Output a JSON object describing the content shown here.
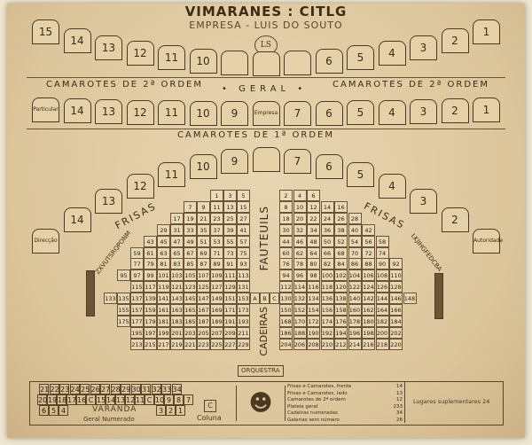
{
  "header": {
    "title": "VIMARANES : CITLG",
    "subtitle": "EMPRESA - LUIS DO SOUTO",
    "monogram": "LS"
  },
  "tier2": {
    "boxes": [
      "15",
      "14",
      "13",
      "12",
      "11",
      "10",
      "",
      "",
      "",
      "6",
      "5",
      "4",
      "3",
      "2",
      "1"
    ],
    "label_left": "CAMAROTES DE 2ª ORDEM",
    "label_right": "CAMAROTES DE 2ª ORDEM",
    "center_label": "• GERAL •"
  },
  "tier1": {
    "boxes": [
      "Particular",
      "14",
      "13",
      "12",
      "11",
      "10",
      "9",
      "Empresa",
      "7",
      "6",
      "5",
      "4",
      "3",
      "2",
      "1"
    ],
    "label": "CAMAROTES DE 1ª ORDEM"
  },
  "frisas": {
    "boxes": [
      "Direcção",
      "14",
      "13",
      "12",
      "11",
      "10",
      "9",
      "",
      "7",
      "6",
      "5",
      "4",
      "3",
      "2",
      "Autoridade"
    ],
    "label_left": "FRISAS",
    "label_right": "FRISAS",
    "arc_left": "ZXVUTSRQPONM",
    "arc_right": "LKJIHGFEDCBA"
  },
  "stalls": {
    "fauteuils_label": "FAUTEUILS",
    "cadeiras_label": "CADEIRAS",
    "orchestra_label": "ORQUESTRA",
    "middle_seats": [
      "A",
      "B",
      "C"
    ],
    "rows": [
      {
        "left": [
          1,
          5
        ],
        "right": [
          2,
          6
        ]
      },
      {
        "left": [
          7,
          15
        ],
        "right": [
          8,
          16
        ]
      },
      {
        "left": [
          17,
          27
        ],
        "right": [
          18,
          28
        ]
      },
      {
        "left": [
          29,
          41
        ],
        "right": [
          30,
          42
        ]
      },
      {
        "left": [
          43,
          57
        ],
        "right": [
          44,
          58
        ]
      },
      {
        "left": [
          59,
          75
        ],
        "right": [
          60,
          74
        ]
      },
      {
        "left": [
          77,
          93
        ],
        "right": [
          76,
          92
        ]
      },
      {
        "left": [
          95,
          113
        ],
        "right": [
          94,
          110
        ]
      },
      {
        "left": [
          115,
          131
        ],
        "right": [
          112,
          128
        ]
      },
      {
        "left": [
          133,
          153
        ],
        "right": [
          130,
          148
        ]
      },
      {
        "left": [
          155,
          173
        ],
        "right": [
          150,
          166
        ]
      },
      {
        "left": [
          175,
          193
        ],
        "right": [
          168,
          184
        ]
      },
      {
        "left": [
          195,
          211
        ],
        "right": [
          186,
          202
        ]
      },
      {
        "left": [
          213,
          229
        ],
        "right": [
          204,
          220
        ]
      }
    ]
  },
  "legend": {
    "varanda_row1": [
      "21",
      "22",
      "23",
      "24",
      "25",
      "26",
      "27",
      "28",
      "29",
      "30",
      "31",
      "32",
      "33",
      "34"
    ],
    "varanda_row2": [
      "20",
      "19",
      "18",
      "17",
      "16",
      "C",
      "15",
      "14",
      "13",
      "12",
      "11",
      "C",
      "10",
      "9",
      "8",
      "7"
    ],
    "varanda_row3_left": [
      "6",
      "5",
      "4"
    ],
    "varanda_row3_right": [
      "3",
      "2",
      "1"
    ],
    "varanda_label": "VARANDA",
    "geral_label": "Geral Numerado",
    "coluna_label": "Coluna",
    "coluna_mark": "C",
    "table": [
      {
        "label": "Frisas e Camarotes, frente",
        "value": "14"
      },
      {
        "label": "Frisas e Camarotes, lado",
        "value": "13"
      },
      {
        "label": "Camarotes de 2ª ordem",
        "value": "12"
      },
      {
        "label": "Plateia geral",
        "value": "233"
      },
      {
        "label": "Cadeiras numeradas",
        "value": "34"
      },
      {
        "label": "Galerias sem número",
        "value": "26"
      }
    ],
    "note": "Lugares suplementares 24"
  },
  "colors": {
    "ink": "#4a3a22",
    "paper": "#dcc59b"
  }
}
